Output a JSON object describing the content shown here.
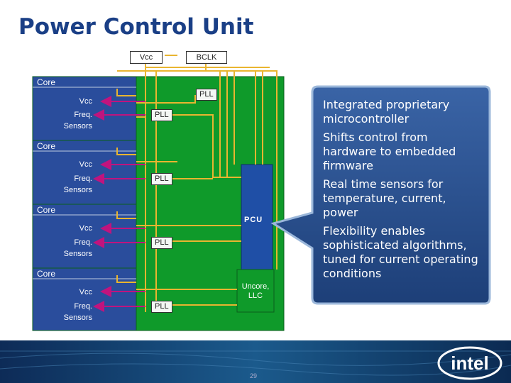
{
  "title": "Power Control Unit",
  "top_inputs": {
    "vcc": "Vcc",
    "bclk": "BCLK"
  },
  "cores": [
    {
      "label": "Core",
      "vcc": "Vcc",
      "freq": "Freq.",
      "sensors": "Sensors",
      "pll": "PLL"
    },
    {
      "label": "Core",
      "vcc": "Vcc",
      "freq": "Freq.",
      "sensors": "Sensors",
      "pll": "PLL"
    },
    {
      "label": "Core",
      "vcc": "Vcc",
      "freq": "Freq.",
      "sensors": "Sensors",
      "pll": "PLL"
    },
    {
      "label": "Core",
      "vcc": "Vcc",
      "freq": "Freq.",
      "sensors": "Sensors",
      "pll": "PLL"
    }
  ],
  "uncore_pll": "PLL",
  "pcu_label": "PCU",
  "uncore": {
    "line1": "Uncore,",
    "line2": "LLC"
  },
  "callout": [
    "Integrated proprietary microcontroller",
    "Shifts control from hardware to embedded firmware",
    "Real time sensors for temperature, current, power",
    "Flexibility enables sophisticated algorithms, tuned for current operating conditions"
  ],
  "page_number": "29",
  "logo": "intel",
  "colors": {
    "title": "#1a3f86",
    "core_blue": "#2a4d9c",
    "uncore_green": "#0f9a2a",
    "wire": "#e9b530",
    "arrow": "#c0147e",
    "pcu": "#1f4fa6",
    "callout": "#274f8f"
  }
}
